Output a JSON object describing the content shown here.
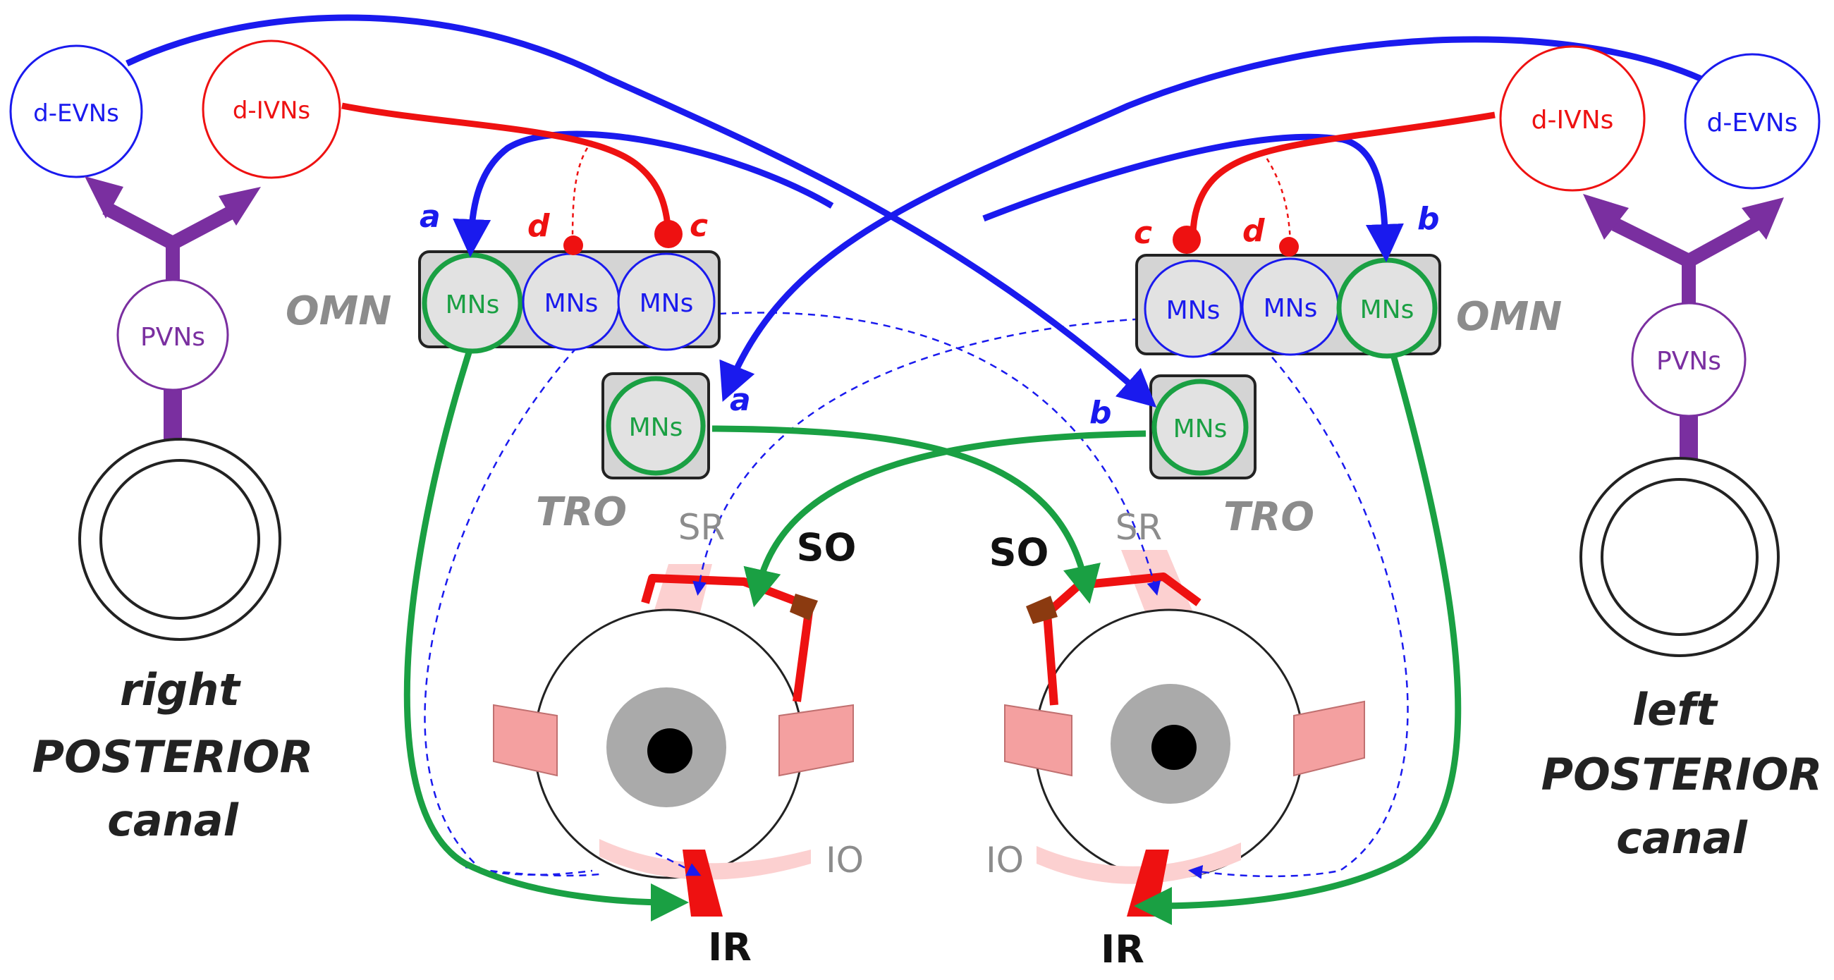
{
  "labels": {
    "d_evns": "d-EVNs",
    "d_ivns": "d-IVNs",
    "pvns": "PVNs",
    "mns": "MNs",
    "omn": "OMN",
    "tro": "TRO",
    "sr": "SR",
    "so": "SO",
    "io": "IO",
    "ir": "IR",
    "a": "a",
    "b": "b",
    "c": "c",
    "d": "d"
  },
  "canals": {
    "right": [
      "right",
      "POSTERIOR",
      "canal"
    ],
    "left": [
      "left",
      "POSTERIOR",
      "canal"
    ]
  },
  "colors": {
    "blue": "#1a1aee",
    "red": "#ee1111",
    "green": "#1aa043",
    "purple": "#7a2fa0",
    "box_gray": "#d4d4d4",
    "label_gray": "#8c8c8c",
    "muscle_pink": "#f4a0a0",
    "muscle_light": "#fcd0d0",
    "so_brown": "#8b3a10",
    "iris": "#aaaaaa"
  }
}
